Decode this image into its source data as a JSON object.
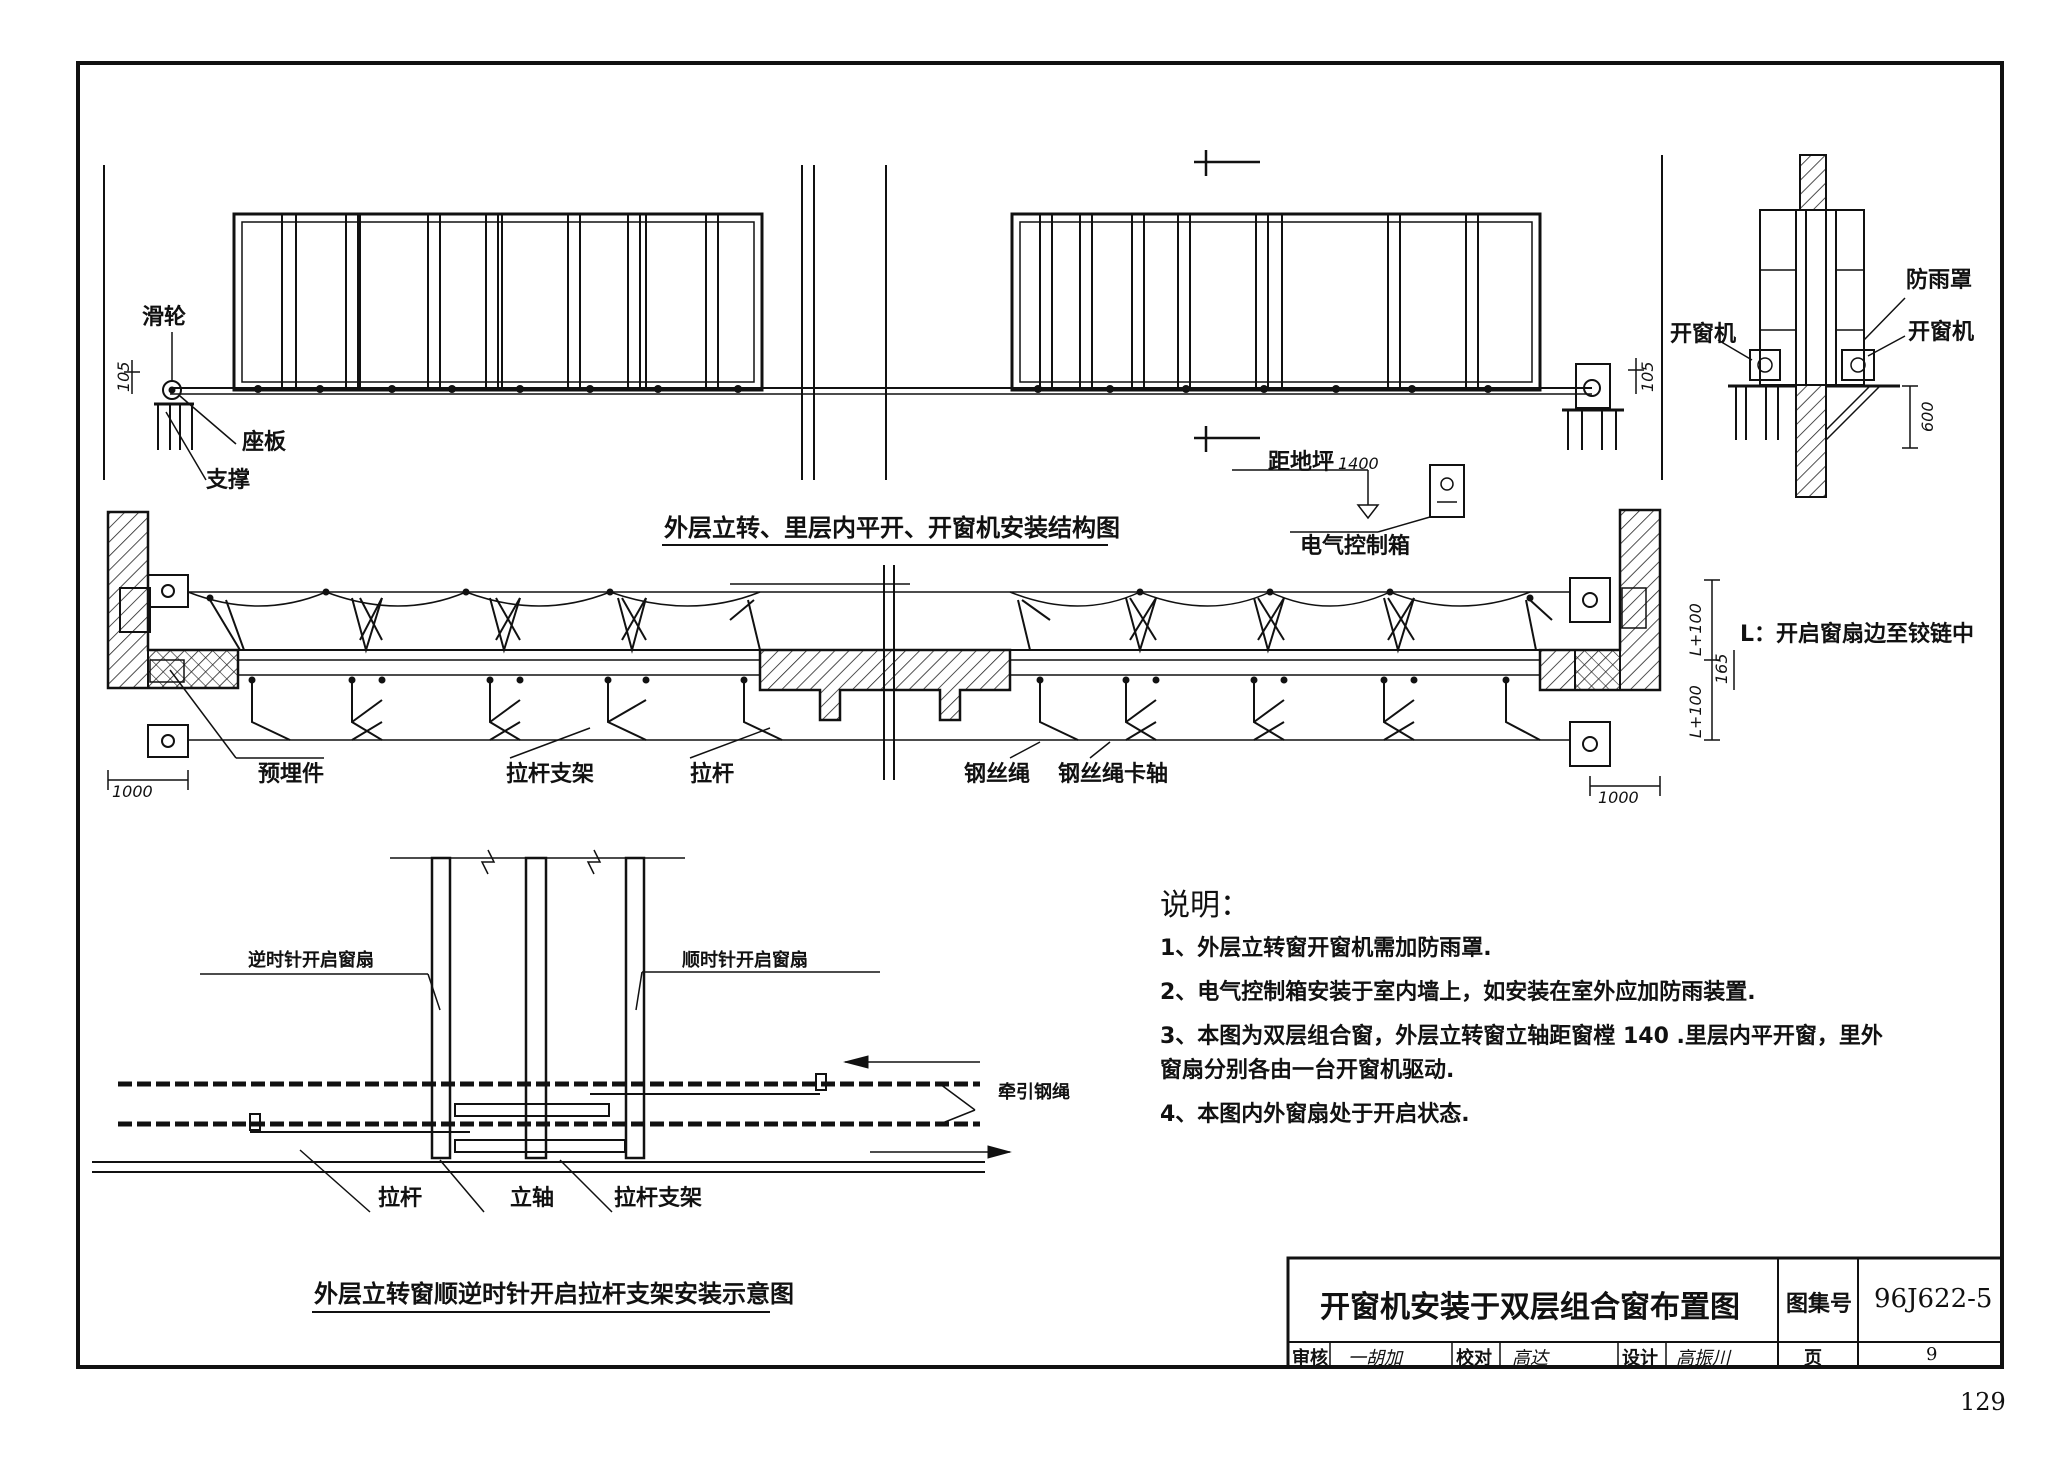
{
  "drawing": {
    "main_title": "外层立转、里层内平开、开窗机安装结构图",
    "detail_title": "外层立转窗顺逆时针开启拉杆支架安装示意图",
    "labels": {
      "pulley": "滑轮",
      "seat_plate": "座板",
      "support": "支撑",
      "floor_height": "距地坪",
      "floor_height_value": "1400",
      "control_box": "电气控制箱",
      "rain_cover": "防雨罩",
      "opener_left": "开窗机",
      "opener_right": "开窗机",
      "embedded_part": "预埋件",
      "rod_bracket": "拉杆支架",
      "pull_rod": "拉杆",
      "wire_rope": "钢丝绳",
      "wire_rope_clamp": "钢丝绳卡轴",
      "l_note": "L：开启窗扇边至铰链中",
      "ccw_sash": "逆时针开启窗扇",
      "cw_sash": "顺时针开启窗扇",
      "traction_rope": "牵引钢绳",
      "detail_pull_rod": "拉杆",
      "vertical_axis": "立轴",
      "detail_bracket": "拉杆支架"
    },
    "dimensions": {
      "d105_left": "105",
      "d105_right": "105",
      "d600": "600",
      "d1000_left": "1000",
      "d1000_right": "1000",
      "dL100_top": "L+100",
      "dL100_bot": "L+100",
      "d165": "165"
    }
  },
  "notes": {
    "heading": "说明：",
    "items": [
      "1、外层立转窗开窗机需加防雨罩.",
      "2、电气控制箱安装于室内墙上，如安装在室外应加防雨装置.",
      "3、本图为双层组合窗，外层立转窗立轴距窗樘 140 .里层内平开窗，里外",
      "窗扇分别各由一台开窗机驱动.",
      "4、本图内外窗扇处于开启状态."
    ]
  },
  "title_block": {
    "title": "开窗机安装于双层组合窗布置图",
    "atlas_label": "图集号",
    "atlas_no": "96J622-5",
    "review_label": "审核",
    "review_sig": "一胡加",
    "check_label": "校对",
    "check_sig": "高达",
    "design_label": "设计",
    "design_sig": "高振川",
    "page_label": "页",
    "page_no": "9"
  },
  "page_number": "129"
}
